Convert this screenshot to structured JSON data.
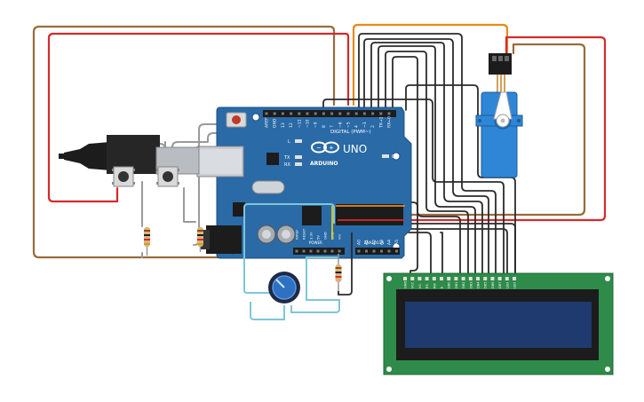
{
  "board": {
    "brand": "ARDUINO",
    "model": "UNO",
    "digital_label": "DIGITAL (PWM~)",
    "on_label": "ON",
    "led_l": "L",
    "led_tx": "TX",
    "led_rx": "RX",
    "digital_pins": [
      "AREF",
      "GND",
      "13",
      "12",
      "~11",
      "~10",
      "~9",
      "8",
      "7",
      "~6",
      "~5",
      "4",
      "~3",
      "2",
      "TX→1",
      "RX←0"
    ],
    "power_pins": [
      "IOREF",
      "RESET",
      "3.3V",
      "5V",
      "GND",
      "GND",
      "Vin"
    ],
    "analog_pins": [
      "A0",
      "A1",
      "A2",
      "A3",
      "A4",
      "A5"
    ],
    "power_header": "POWER",
    "analog_header": "ANALOG IN"
  },
  "lcd": {
    "pins": [
      "GND",
      "VCC",
      "V0",
      "RS",
      "RW",
      "E",
      "DB0",
      "DB1",
      "DB2",
      "DB3",
      "DB4",
      "DB5",
      "DB6",
      "DB7",
      "LED",
      "LED"
    ]
  },
  "colors": {
    "board": "#2a6aa6",
    "wire_red": "#d62a2a",
    "wire_brown": "#9a6b3c",
    "wire_orange": "#e88a1a",
    "wire_black": "#2b2b2b",
    "wire_cyan": "#7fc6d6",
    "wire_gray": "#9a9a9a",
    "lcd_pcb": "#2e8b4a",
    "lcd_screen": "#1f3a6e",
    "servo": "#2f86d6"
  },
  "components": [
    "arduino-uno",
    "lcd-16x2",
    "servo",
    "potentiometer",
    "push-button-1",
    "push-button-2",
    "resistor-1",
    "resistor-2",
    "resistor-3",
    "dc-jack"
  ]
}
